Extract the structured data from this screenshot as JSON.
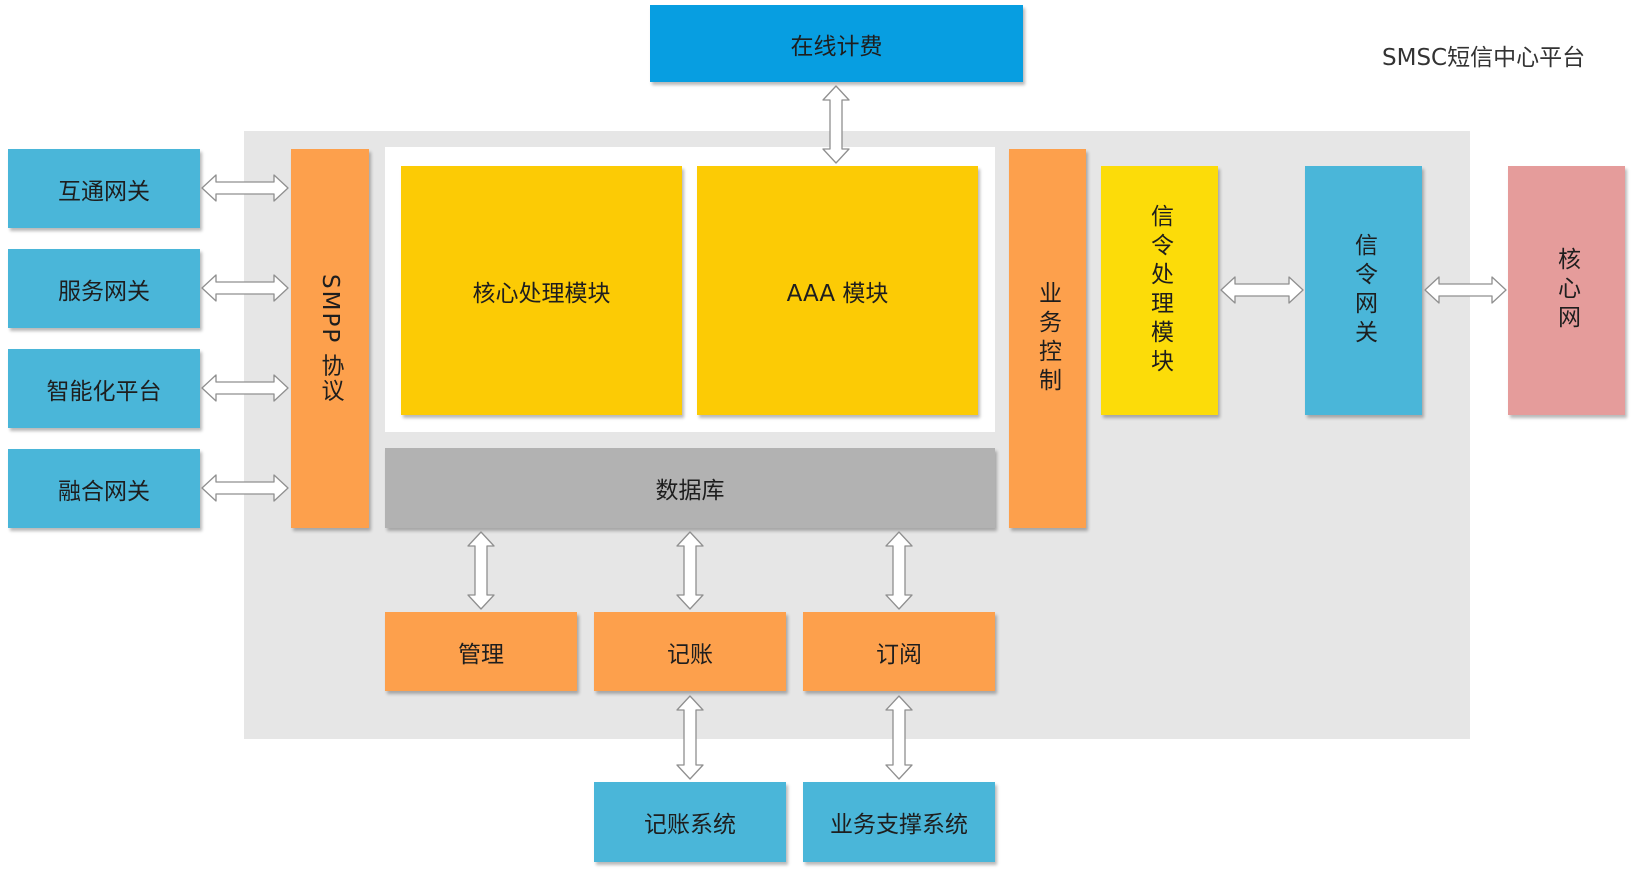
{
  "title": "SMSC短信中心平台",
  "online_billing": "在线计费",
  "gateways": [
    "互通网关",
    "服务网关",
    "智能化平台",
    "融合网关"
  ],
  "smpp": "SMPP 协议",
  "core_processing": "核心处理模块",
  "aaa_module": "AAA 模块",
  "database": "数据库",
  "business_control": "业务控制",
  "signaling_processing": "信令处理模块",
  "signaling_gateway": "信令网关",
  "core_network": "核心网",
  "management": "管理",
  "accounting": "记账",
  "subscription": "订阅",
  "accounting_system": "记账系统",
  "business_support_system": "业务支撑系统",
  "colors": {
    "blue": "#4ab6d9",
    "top_blue": "#079ee1",
    "orange": "#fda04c",
    "yellow": "#fccb05",
    "signal_yellow": "#fcdc09",
    "grey": "#b2b2b2",
    "pink": "#e59c9b",
    "panel": "#e6e6e6"
  }
}
